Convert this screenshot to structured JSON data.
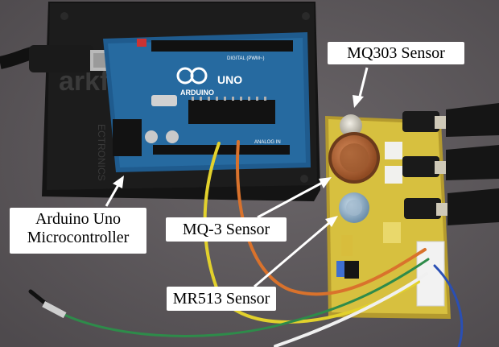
{
  "labels": {
    "mq303": "MQ303 Sensor",
    "arduino_line1": "Arduino Uno",
    "arduino_line2": "Microcontroller",
    "mq3": "MQ-3 Sensor",
    "mr513": "MR513 Sensor"
  },
  "board_text": {
    "arduino": "ARDUINO",
    "uno": "UNO",
    "digital": "DIGITAL (PWM~)",
    "analog": "ANALOG IN",
    "sparkfun": "arkfun",
    "electronics": "ECTRONICS"
  },
  "colors": {
    "background": "#5f5a5e",
    "arduino_board": "#1f5b8e",
    "sensor_pcb": "#d7c03f",
    "arrow": "#ffffff",
    "wire_yellow": "#e2d12c",
    "wire_orange": "#d9722c",
    "wire_green": "#2e8b4a",
    "wire_blue": "#2a4fb4"
  }
}
